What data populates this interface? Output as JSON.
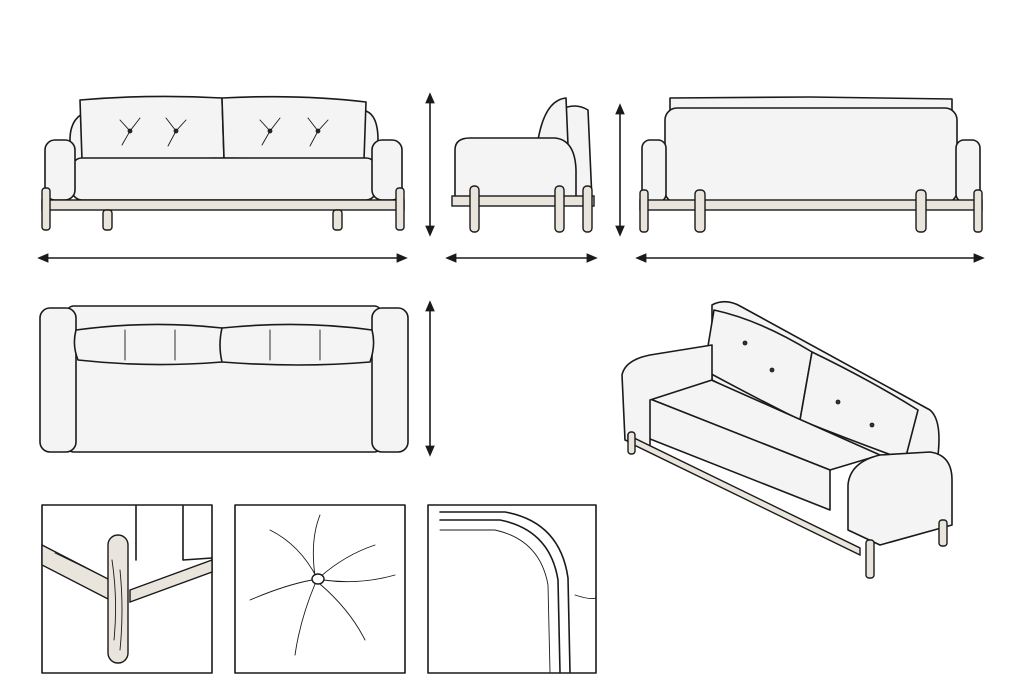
{
  "colors": {
    "line": "#1a1a1a",
    "background": "#ffffff",
    "upholstery": "#f4f4f4",
    "wood": "#e9e4dc"
  },
  "views": [
    "front",
    "side",
    "back",
    "top",
    "isometric",
    "detail-leg",
    "detail-button",
    "detail-arm-seam"
  ]
}
